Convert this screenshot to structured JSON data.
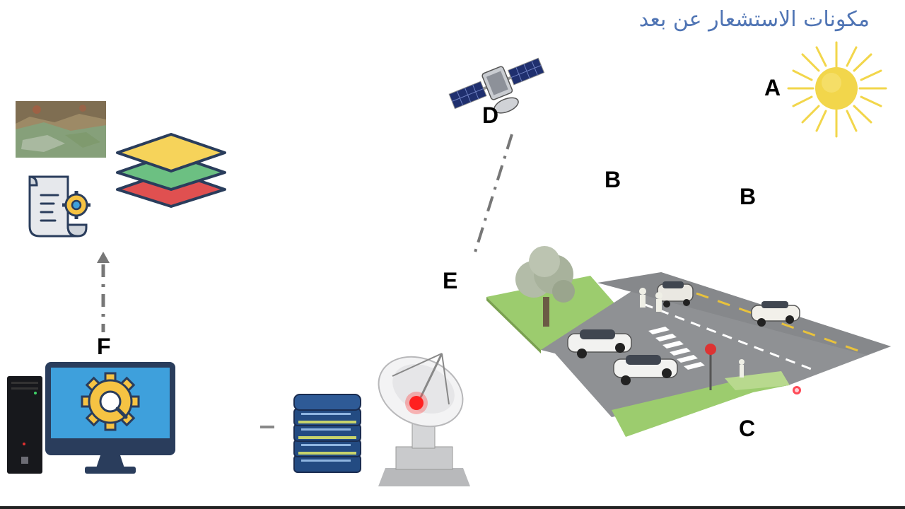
{
  "title": "مكونات الاستشعار عن بعد",
  "labels": {
    "a": "A",
    "b1": "B",
    "b2": "B",
    "c": "C",
    "d": "D",
    "e": "E",
    "f": "F"
  },
  "components": {
    "sun": "sun-icon",
    "satellite": "satellite-icon",
    "scene": "ground-scene",
    "dish": "ground-station-dish",
    "server": "server-icon",
    "computer": "computer-icon",
    "layers": "gis-layers-icon",
    "document": "document-gear-icon",
    "satellite_image": "satellite-image-thumbnail"
  },
  "colors": {
    "title": "#4f74b4",
    "sun": "#f2d64b",
    "layer_yellow": "#f6d35a",
    "layer_green": "#6cc082",
    "layer_red": "#e05050",
    "monitor_screen": "#3ea0dc",
    "server": "#234b82"
  }
}
